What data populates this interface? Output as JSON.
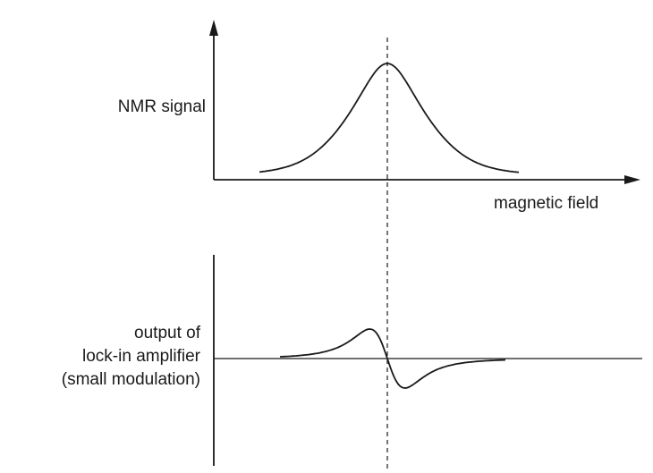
{
  "top_plot": {
    "ylabel": "NMR signal",
    "xlabel": "magnetic field",
    "curve": "absorption"
  },
  "bottom_plot": {
    "ylabel_lines": [
      "output of",
      "lock-in amplifier",
      "(small modulation)"
    ],
    "curve": "derivative"
  },
  "guide_line": "dashed vertical line at resonance center"
}
